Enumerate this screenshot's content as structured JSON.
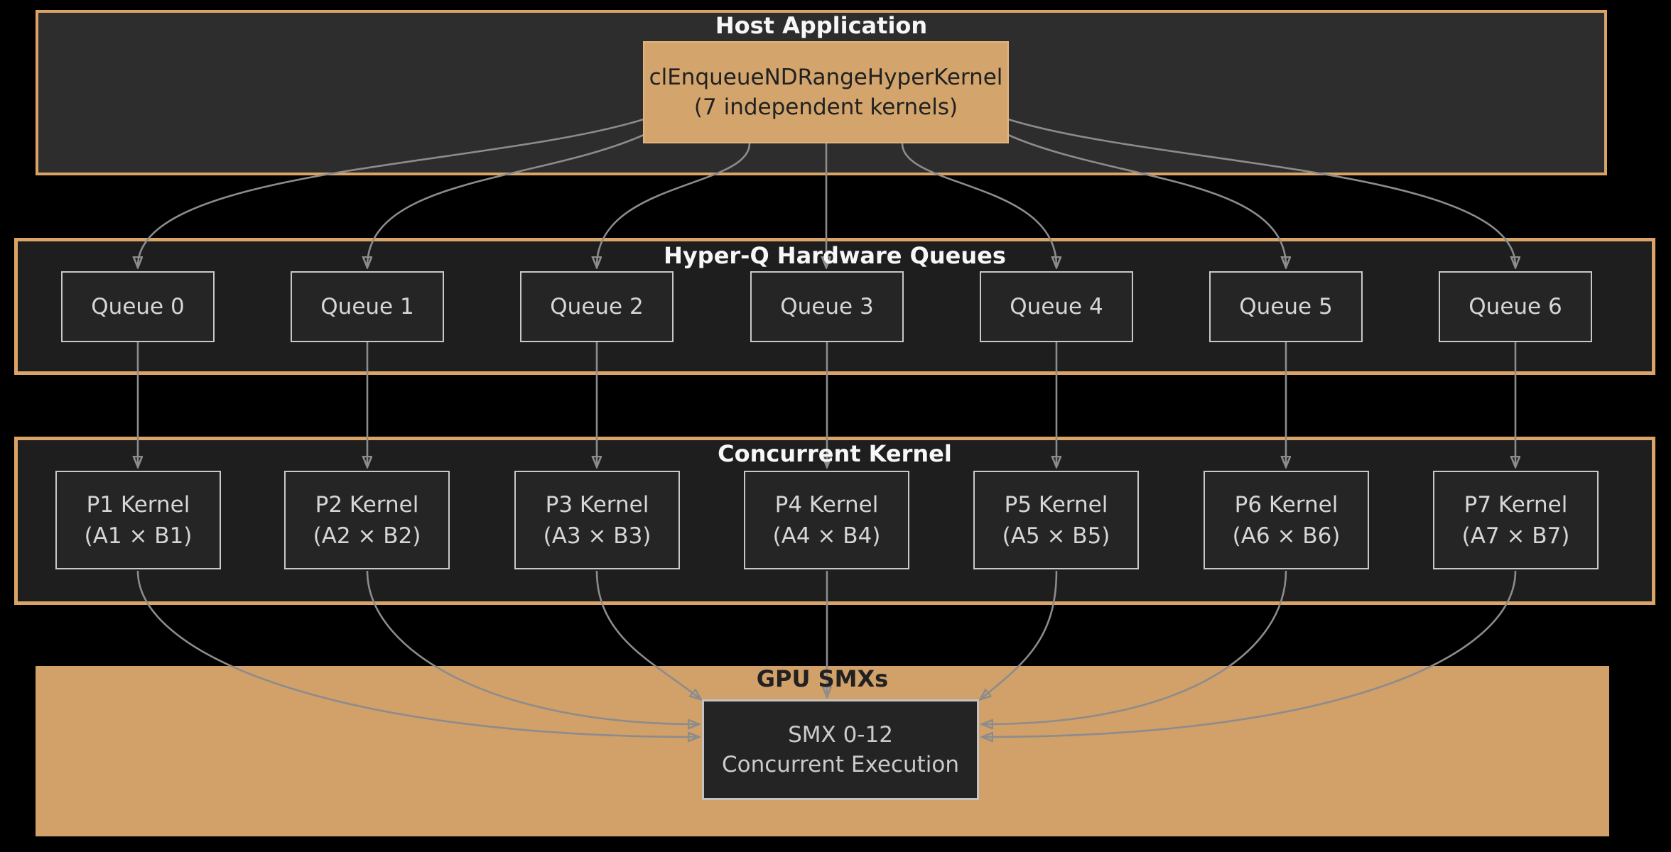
{
  "host": {
    "title": "Host Application",
    "node": {
      "line1": "clEnqueueNDRangeHyperKernel",
      "line2": "(7 independent kernels)"
    }
  },
  "queues": {
    "title": "Hyper-Q Hardware Queues",
    "items": [
      {
        "label": "Queue 0"
      },
      {
        "label": "Queue 1"
      },
      {
        "label": "Queue 2"
      },
      {
        "label": "Queue 3"
      },
      {
        "label": "Queue 4"
      },
      {
        "label": "Queue 5"
      },
      {
        "label": "Queue 6"
      }
    ]
  },
  "kernels": {
    "title": "Concurrent Kernel",
    "items": [
      {
        "line1": "P1 Kernel",
        "line2": "(A1 × B1)"
      },
      {
        "line1": "P2 Kernel",
        "line2": "(A2 × B2)"
      },
      {
        "line1": "P3 Kernel",
        "line2": "(A3 × B3)"
      },
      {
        "line1": "P4 Kernel",
        "line2": "(A4 × B4)"
      },
      {
        "line1": "P5 Kernel",
        "line2": "(A5 × B5)"
      },
      {
        "line1": "P6 Kernel",
        "line2": "(A6 × B6)"
      },
      {
        "line1": "P7 Kernel",
        "line2": "(A7 × B7)"
      }
    ]
  },
  "gpu": {
    "title": "GPU SMXs",
    "node": {
      "line1": "SMX 0-12",
      "line2": "Concurrent Execution"
    }
  },
  "edges": [
    {
      "from": "host-enqueue-node",
      "to": "queue-0"
    },
    {
      "from": "host-enqueue-node",
      "to": "queue-1"
    },
    {
      "from": "host-enqueue-node",
      "to": "queue-2"
    },
    {
      "from": "host-enqueue-node",
      "to": "queue-3"
    },
    {
      "from": "host-enqueue-node",
      "to": "queue-4"
    },
    {
      "from": "host-enqueue-node",
      "to": "queue-5"
    },
    {
      "from": "host-enqueue-node",
      "to": "queue-6"
    },
    {
      "from": "queue-0",
      "to": "kernel-p1"
    },
    {
      "from": "queue-1",
      "to": "kernel-p2"
    },
    {
      "from": "queue-2",
      "to": "kernel-p3"
    },
    {
      "from": "queue-3",
      "to": "kernel-p4"
    },
    {
      "from": "queue-4",
      "to": "kernel-p5"
    },
    {
      "from": "queue-5",
      "to": "kernel-p6"
    },
    {
      "from": "queue-6",
      "to": "kernel-p7"
    },
    {
      "from": "kernel-p1",
      "to": "smx-node"
    },
    {
      "from": "kernel-p2",
      "to": "smx-node"
    },
    {
      "from": "kernel-p3",
      "to": "smx-node"
    },
    {
      "from": "kernel-p4",
      "to": "smx-node"
    },
    {
      "from": "kernel-p5",
      "to": "smx-node"
    },
    {
      "from": "kernel-p6",
      "to": "smx-node"
    },
    {
      "from": "kernel-p7",
      "to": "smx-node"
    }
  ],
  "colors": {
    "background": "#000000",
    "tan_fill": "#d2a069",
    "tan_border": "#dba467",
    "host_band_fill": "#2d2d2d",
    "band_fill": "#1e1e1e",
    "node_fill": "#252525",
    "node_border": "#c8c8c8",
    "node_text": "#d6d6d6",
    "title_light": "#f7f7f7",
    "dark_text": "#212121",
    "arrow": "#8c8c8c"
  }
}
